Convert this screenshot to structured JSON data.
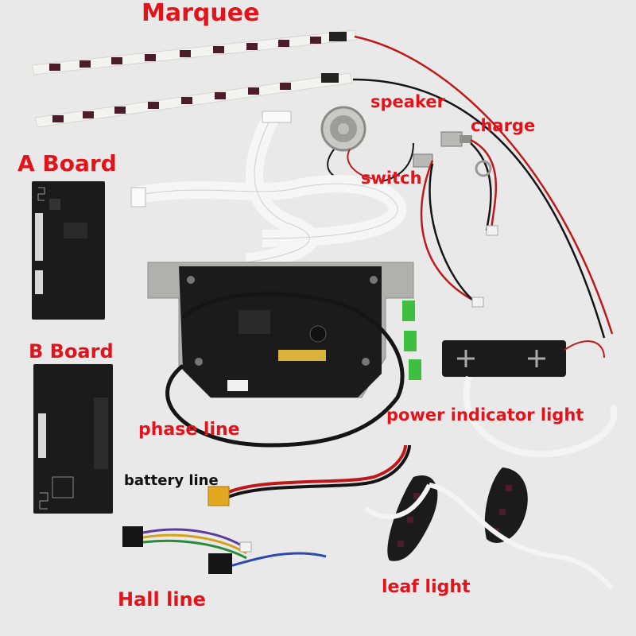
{
  "labels": {
    "marquee": "Marquee",
    "speaker": "speaker",
    "charge": "charge",
    "switch": "switch",
    "a_board": "A Board",
    "b_board": "B Board",
    "phase_line": "phase line",
    "power_indicator_light": "power indicator light",
    "battery_line": "battery line",
    "hall_line": "Hall line",
    "leaf_light": "leaf light"
  },
  "colors": {
    "background": "#e9e9ea",
    "label_red": "#e0141a",
    "label_black": "#111111",
    "pcb": "#1b1b1b",
    "strip": "#f3f3f1",
    "led": "#4b1c2a",
    "ribbon": "#f6f6f6",
    "wire_red": "#c01818",
    "wire_black": "#151515",
    "connector_green": "#3fbf3f",
    "connector_yellow": "#e2a820"
  }
}
